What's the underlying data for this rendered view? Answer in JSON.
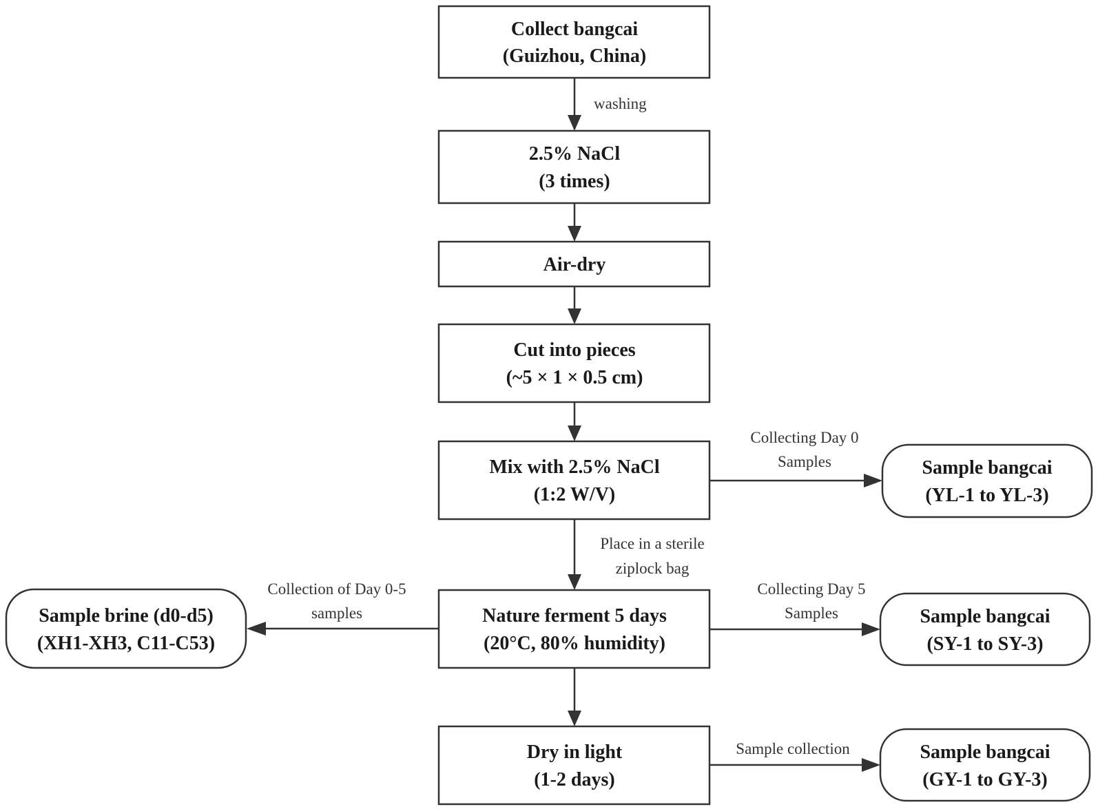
{
  "nodes": {
    "collect": [
      "Collect bangcai",
      "(Guizhou, China)"
    ],
    "nacl_wash": [
      "2.5% NaCl",
      "(3 times)"
    ],
    "air_dry": [
      "Air-dry"
    ],
    "cut": [
      "Cut into pieces",
      "(~5 × 1 × 0.5 cm)"
    ],
    "mix": [
      "Mix with 2.5% NaCl",
      "(1:2 W/V)"
    ],
    "ferment": [
      "Nature ferment 5 days",
      "(20°C, 80% humidity)"
    ],
    "dry_light": [
      "Dry in light",
      "(1-2 days)"
    ],
    "sample_yl": [
      "Sample bangcai",
      "(YL-1 to YL-3)"
    ],
    "sample_sy": [
      "Sample bangcai",
      "(SY-1 to SY-3)"
    ],
    "sample_gy": [
      "Sample bangcai",
      "(GY-1 to GY-3)"
    ],
    "sample_brine": [
      "Sample brine (d0-d5)",
      "(XH1-XH3, C11-C53)"
    ]
  },
  "edges": {
    "washing": [
      "washing"
    ],
    "bag": [
      "Place in a sterile",
      "ziplock bag"
    ],
    "day0": [
      "Collecting Day 0",
      "Samples"
    ],
    "day5": [
      "Collecting Day 5",
      "Samples"
    ],
    "brine": [
      "Collection of Day 0-5",
      "samples"
    ],
    "collection": [
      "Sample collection"
    ]
  }
}
